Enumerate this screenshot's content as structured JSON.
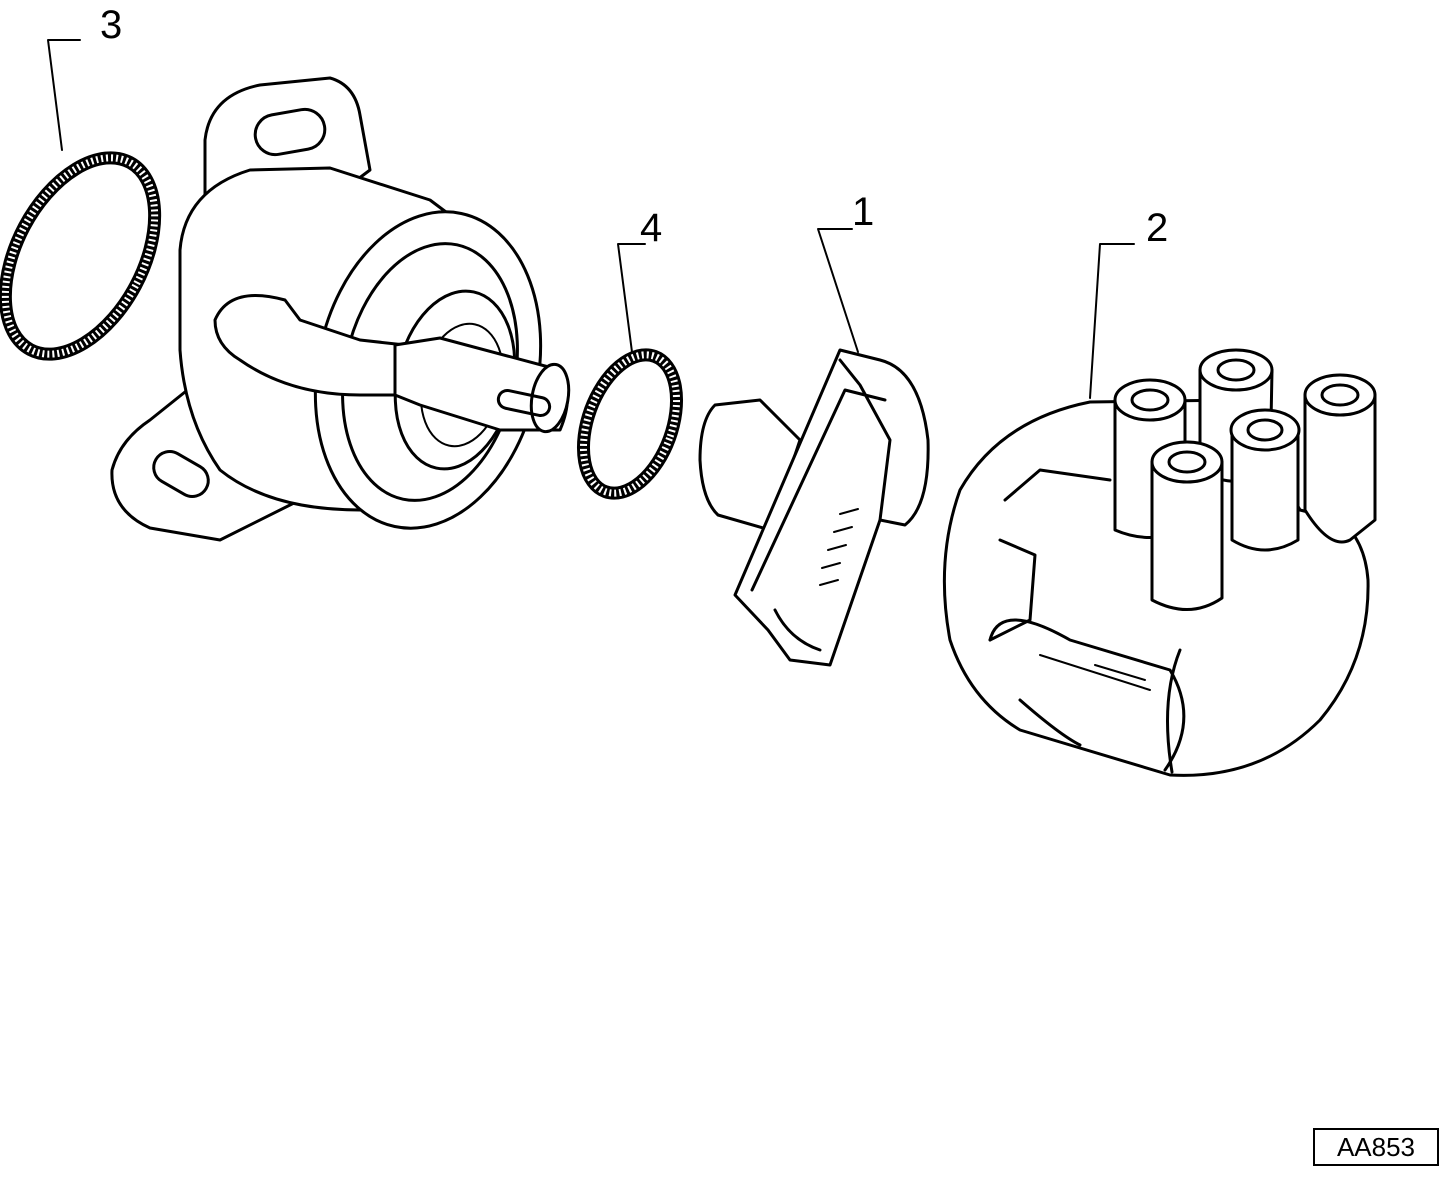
{
  "callouts": {
    "part_1": "1",
    "part_2": "2",
    "part_3": "3",
    "part_4": "4"
  },
  "reference_code": "AA853"
}
